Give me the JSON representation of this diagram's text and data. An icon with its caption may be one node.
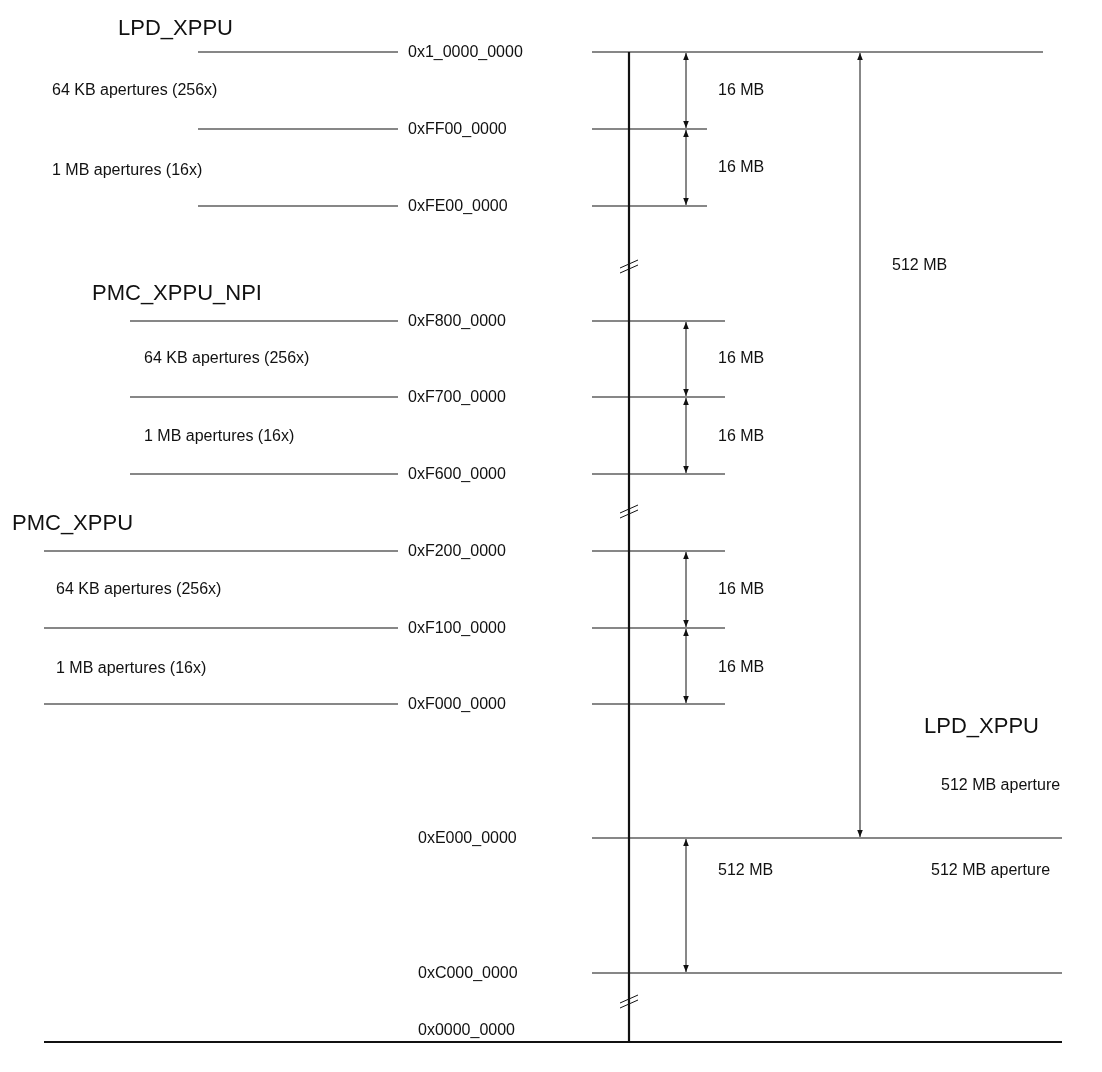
{
  "diagram": {
    "labels": [
      "LPD_XPPU",
      "0x1_0000_0000",
      "64 KB apertures (256x)",
      "16 MB",
      "0xFF00_0000",
      "1 MB apertures (16x)",
      "16 MB",
      "0xFE00_0000",
      "512 MB",
      "PMC_XPPU_NPI",
      "0xF800_0000",
      "64 KB apertures (256x)",
      "16 MB",
      "0xF700_0000",
      "1 MB apertures (16x)",
      "16 MB",
      "0xF600_0000",
      "PMC_XPPU",
      "0xF200_0000",
      "64 KB apertures (256x)",
      "16 MB",
      "0xF100_0000",
      "1 MB apertures (16x)",
      "16 MB",
      "0xF000_0000",
      "LPD_XPPU",
      "512 MB aperture",
      "0xE000_0000",
      "512 MB",
      "512 MB aperture",
      "0xC000_0000",
      "0x0000_0000"
    ]
  }
}
